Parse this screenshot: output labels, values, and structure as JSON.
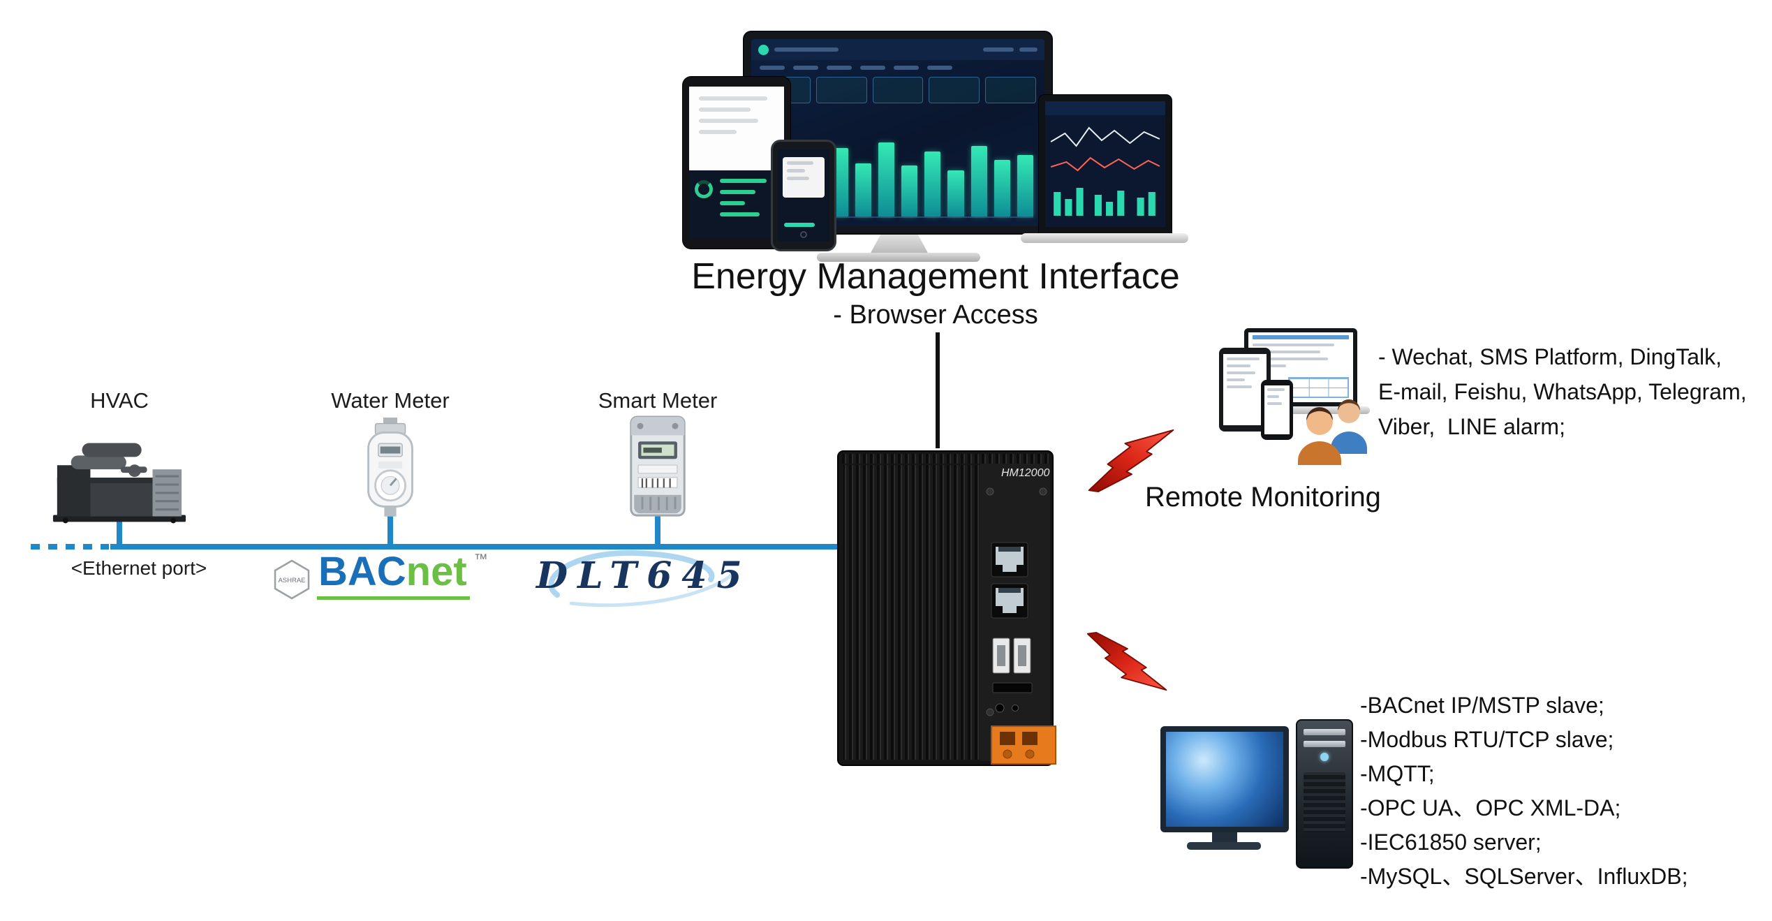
{
  "colors": {
    "bus_blue": "#1e88c8",
    "bolt_red": "#d91e10",
    "bacnet_blue": "#1a70b8",
    "bacnet_green": "#6cbf45",
    "dlt_navy": "#17355e",
    "dashboard_teal": "#2bd9b0",
    "gateway_orange": "#e87a1e"
  },
  "header": {
    "title": "Energy Management Interface",
    "subtitle": "- Browser Access"
  },
  "field": {
    "hvac_label": "HVAC",
    "ethernet_label": "<Ethernet port>",
    "water_meter_label": "Water Meter",
    "smart_meter_label": "Smart Meter"
  },
  "logos": {
    "ashrae": "ASHRAE",
    "bacnet_bac": "BAC",
    "bacnet_net": "net",
    "bacnet_tm": "™",
    "dlt645": "DLT645"
  },
  "gateway": {
    "model": "HM12000"
  },
  "remote": {
    "alarm_lines": [
      "- Wechat, SMS Platform, DingTalk,",
      "E-mail, Feishu, WhatsApp, Telegram,",
      "Viber,  LINE alarm;"
    ],
    "label": "Remote Monitoring"
  },
  "protocols": {
    "lines": [
      "-BACnet IP/MSTP slave;",
      "-Modbus RTU/TCP slave;",
      "-MQTT;",
      "-OPC UA、OPC XML-DA;",
      "-IEC61850 server;",
      "-MySQL、SQLServer、InfluxDB;"
    ]
  }
}
